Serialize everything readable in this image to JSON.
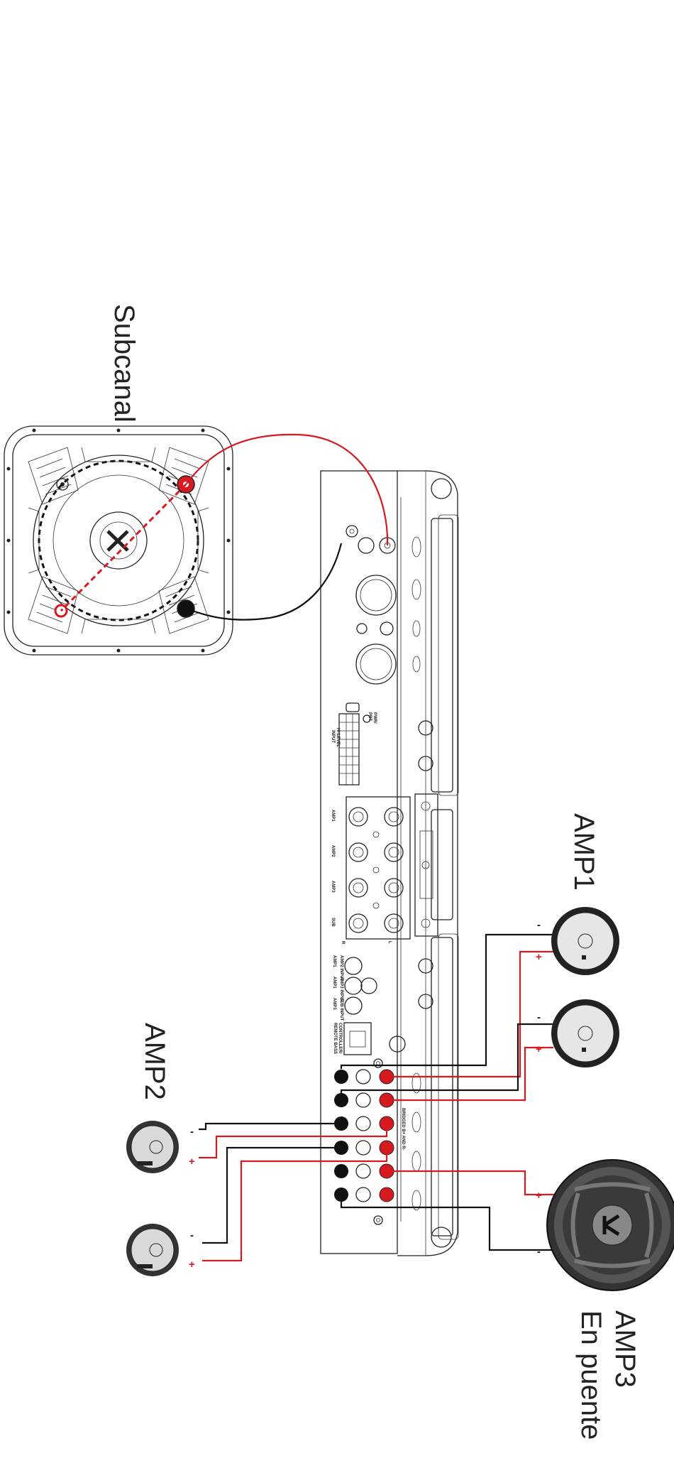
{
  "labels": {
    "subwoofer": "Subcanal",
    "amp1": "AMP1",
    "amp2": "AMP2",
    "amp3_line1": "AMP3",
    "amp3_line2": "En puente"
  },
  "polarity": {
    "plus": "+",
    "minus": "-"
  },
  "panel_text": {
    "pwr_1": "PWR/",
    "pwr_2": "PRT",
    "hilevel_1": "HI LEVEL",
    "hilevel_2": "INPUT",
    "amp1": "AMP1",
    "amp2": "AMP2",
    "amp3": "AMP3",
    "sub": "SUB",
    "ch_r": "R",
    "ch_l": "L",
    "in_amp2": "AMP2 INPUT",
    "in_amp3": "AMP3 INPUT",
    "in_sub": "SUB INPUT",
    "src_1": "AMP1",
    "src_2": "AMP1",
    "src_3": "AMP3",
    "controller_1": "CONTROLLER/",
    "controller_2": "REMOTE BASS",
    "bridged": "BRIDGED B+ AND R-"
  },
  "colors": {
    "positive": "#d71920",
    "negative": "#111111",
    "line": "#222222"
  }
}
